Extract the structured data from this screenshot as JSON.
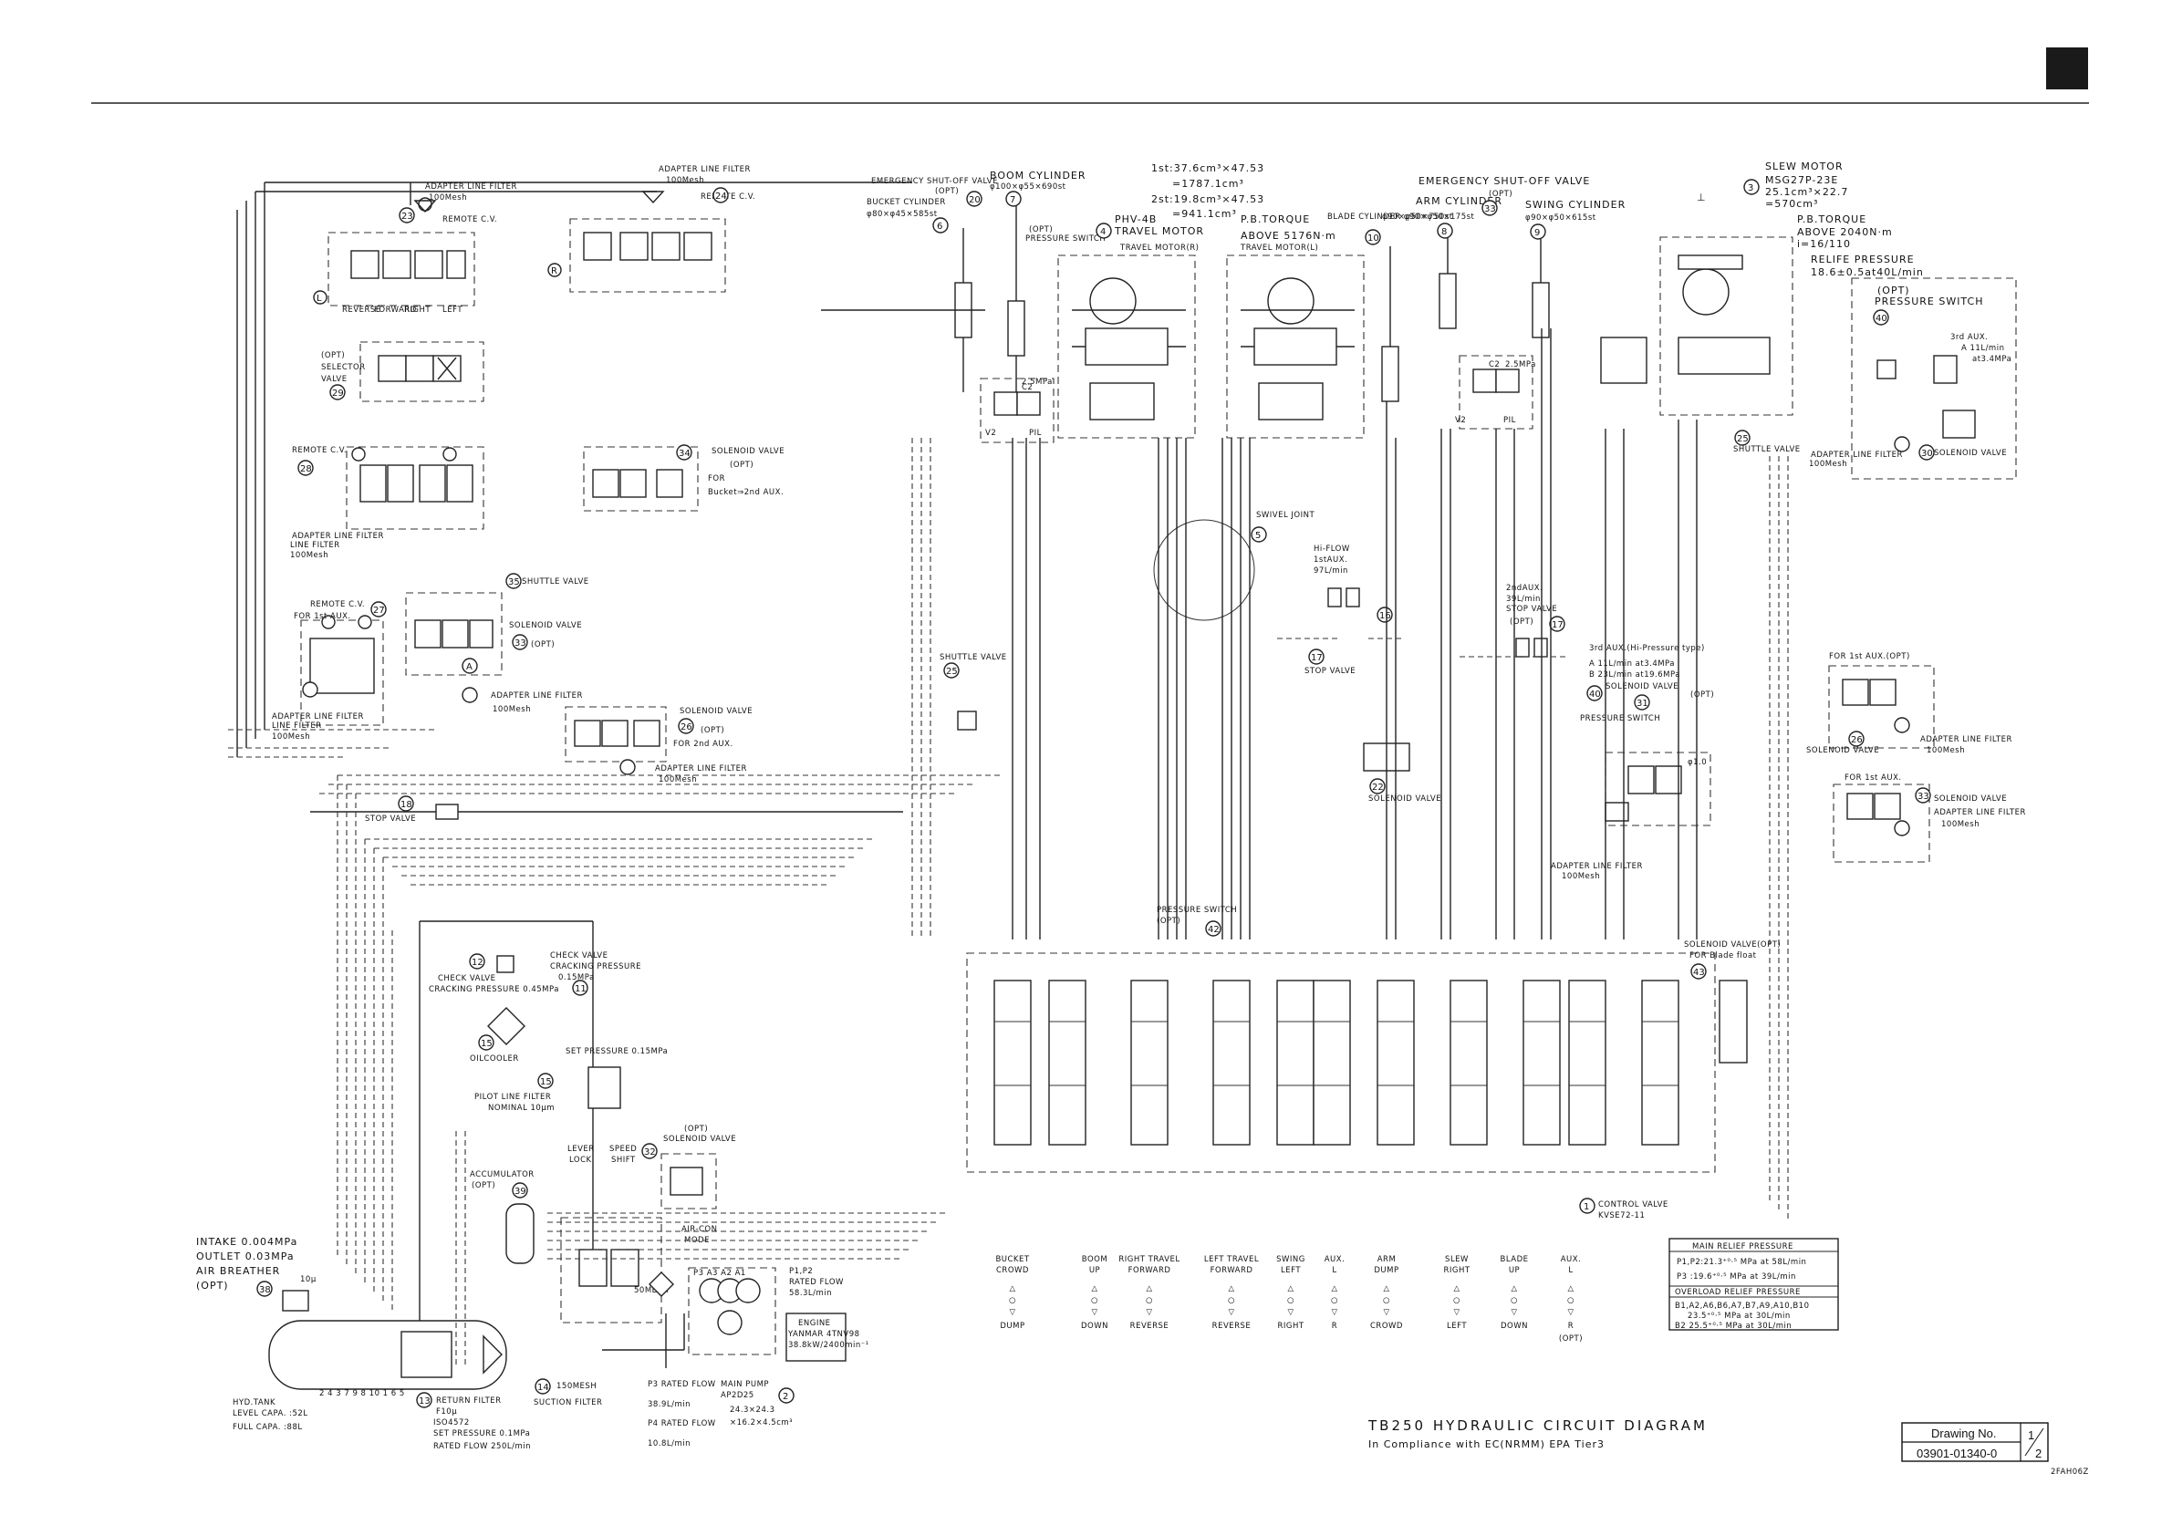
{
  "header": {
    "page_marker_color": "#1a1a1a"
  },
  "title_block": {
    "title": "TB250 HYDRAULIC CIRCUIT DIAGRAM",
    "subtitle": "In Compliance with EC(NRMM) EPA Tier3",
    "drawing_no_label": "Drawing No.",
    "drawing_no": "03901-01340-0",
    "sheet": "1",
    "sheet_total": "2",
    "code": "2FAH06Z"
  },
  "components": {
    "slew_motor": "SLEW MOTOR",
    "slew_motor_model": "MSG27P-23E",
    "slew_motor_disp1": "25.1cm³×22.7",
    "slew_motor_disp2": "=570cm³",
    "slew_pb_torque": "P.B.TORQUE",
    "slew_torque_val": "ABOVE 2040N·m",
    "slew_ratio": "i=16/110",
    "relief_pressure": "RELIFE PRESSURE",
    "relief_val": "18.6±0.5at40L/min",
    "pressure_switch_opt": "(OPT)",
    "pressure_switch": "PRESSURE SWITCH",
    "aux3_note": "3rd AUX.",
    "aux3_flow_a": "A 11L/min",
    "aux3_flow_b": "at3.4MPa",
    "solenoid_valve": "SOLENOID VALVE",
    "adapter_line_filter": "ADAPTER LINE FILTER",
    "mesh_100": "100Mesh",
    "emergency_shutoff": "EMERGENCY SHUT-OFF VALVE",
    "emergency_opt": "(OPT)",
    "arm_cyl": "ARM CYLINDER",
    "arm_cyl_dim": "φ90×φ50×750st",
    "swing_cyl": "SWING CYLINDER",
    "swing_cyl_dim": "φ90×φ50×615st",
    "blade_cyl": "BLADE CYLINDER φ90×φ50×175st",
    "emergency_small": "EMERGENCY SHUT-OFF VALVE",
    "emergency_small_opt": "(OPT)",
    "bucket_cyl": "BUCKET CYLINDER",
    "bucket_cyl_dim": "φ80×φ45×585st",
    "boom_cyl": "BOOM CYLINDER",
    "boom_cyl_dim": "φ100×φ55×690st",
    "opt_pressure_switch": "(OPT)",
    "pressure_switch_small": "PRESSURE SWITCH",
    "travel_disp1": "1st:37.6cm³×47.53",
    "travel_disp1b": "=1787.1cm³",
    "travel_disp2": "2st:19.8cm³×47.53",
    "travel_disp2b": "=941.1cm³",
    "phv": "PHV-4B",
    "travel_motor": "TRAVEL MOTOR",
    "travel_motor_r": "TRAVEL MOTOR(R)",
    "pb_torque": "P.B.TORQUE",
    "pb_torque_val": "ABOVE 5176N·m",
    "travel_motor_l": "TRAVEL MOTOR(L)",
    "swivel_joint": "SWIVEL JOINT",
    "hiflow": "Hi-FLOW",
    "hiflow_aux": "1stAUX.",
    "hiflow_rate": "97L/min",
    "aux2": "2ndAUX.",
    "aux2_rate": "39L/min",
    "stop_valve": "STOP VALVE",
    "opt": "(OPT)",
    "aux3_hp": "3rd AUX.(Hi-Pressure type)",
    "aux3_a": "A 11L/min at3.4MPa",
    "aux3_b": "B 23L/min at19.6MPa",
    "pressure_switch_tiny": "PRESSURE SWITCH",
    "shuttle_valve": "SHUTTLE VALVE",
    "for_1st_aux_opt": "FOR 1st AUX.(OPT)",
    "for_1st_aux": "FOR 1st AUX.",
    "adapter_line_filter_top": "ADAPTER LINE FILTER",
    "remote_cv": "REMOTE C.V.",
    "reverse": "REVERSE",
    "forward": "FORWARD",
    "right": "RIGHT",
    "left": "LEFT",
    "opt_selector": "(OPT)",
    "selector": "SELECTOR",
    "valve": "VALVE",
    "for_bucket_2nd": "Bucket⇒2nd AUX.",
    "for": "FOR",
    "remote_cv_1st": "REMOTE C.V.",
    "for_1st_aux_small": "FOR 1st AUX.",
    "line_filter": "LINE FILTER",
    "for_2nd_aux": "FOR 2nd AUX.",
    "stop_valve_left": "STOP VALVE",
    "check_valve": "CHECK VALVE",
    "cracking": "CRACKING PRESSURE 0.45MPa",
    "check_valve2": "CHECK VALVE",
    "cracking2": "CRACKING PRESSURE",
    "cracking2_val": "0.15MPa",
    "oilcooler": "OILCOOLER",
    "set_pressure": "SET PRESSURE 0.15MPa",
    "pilot_filter": "PILOT LINE FILTER",
    "pilot_nominal": "NOMINAL 10μm",
    "accumulator": "ACCUMULATOR",
    "acc_opt": "(OPT)",
    "lever_lock": "LEVER",
    "lever_lock2": "LOCK",
    "speed_shift": "SPEED",
    "speed_shift2": "SHIFT",
    "solenoid_valve_opt": "(OPT)",
    "solenoid_valve_mid": "SOLENOID VALVE",
    "air_con": "AIR-CON",
    "air_mode": "MODE",
    "mesh_50": "50MESH",
    "mesh_150": "150MESH",
    "suction_filter": "SUCTION FILTER",
    "intake": "INTAKE 0.004MPa",
    "outlet": "OUTLET 0.03MPa",
    "air_breather": "AIR BREATHER",
    "breather_opt": "(OPT)",
    "breather_micron": "10μ",
    "hyd_tank": "HYD.TANK",
    "level_capa": "LEVEL CAPA. :52L",
    "full_capa": "FULL CAPA. :88L",
    "return_filter": "RETURN FILTER",
    "return_micron": "F10μ",
    "return_iso": "ISO4572",
    "return_set": "SET PRESSURE 0.1MPa",
    "return_rated": "RATED FLOW 250L/min",
    "p3_rated": "P3 RATED FLOW",
    "p3_val": "38.9L/min",
    "p4_rated": "P4 RATED FLOW",
    "p4_val": "10.8L/min",
    "main_pump": "MAIN PUMP",
    "main_pump_model": "AP2D25",
    "pump_disp": "24.3×24.3",
    "pump_disp2": "×16.2×4.5cm³",
    "p1p2_rated": "P1,P2",
    "p1p2_rated2": "RATED FLOW",
    "p1p2_val": "58.3L/min",
    "engine": "ENGINE",
    "engine_model": "YANMAR 4TNV98",
    "engine_power": "38.8kW/2400min⁻¹",
    "control_valve": "CONTROL VALVE",
    "control_valve_model": "KVSE72-11",
    "solenoid_blade": "SOLENOID VALVE(OPT)",
    "solenoid_blade2": "FOR Blade float",
    "adapter_line_filter_bottom": "ADAPTER LINE FILTER",
    "mesh_100b": "100Mesh",
    "pressure_switch_opt_cv": "PRESSURE SWITCH",
    "pressure_switch_opt_cv2": "(OPT)",
    "mpa_2_5": "2.5MPa",
    "c2": "C2",
    "v2": "V2",
    "pil": "PIL"
  },
  "controls": [
    {
      "name": "BUCKET",
      "sub": "CROWD",
      "bottom": "DUMP"
    },
    {
      "name": "BOOM",
      "sub": "UP",
      "bottom": "DOWN"
    },
    {
      "name": "RIGHT TRAVEL",
      "sub": "FORWARD",
      "bottom": "REVERSE"
    },
    {
      "name": "LEFT TRAVEL",
      "sub": "FORWARD",
      "bottom": "REVERSE"
    },
    {
      "name": "SWING",
      "sub": "LEFT",
      "bottom": "RIGHT"
    },
    {
      "name": "AUX.",
      "sub": "L",
      "bottom": "R"
    },
    {
      "name": "ARM",
      "sub": "DUMP",
      "bottom": "CROWD"
    },
    {
      "name": "SLEW",
      "sub": "RIGHT",
      "bottom": "LEFT"
    },
    {
      "name": "BLADE",
      "sub": "UP",
      "bottom": "DOWN"
    },
    {
      "name": "AUX.",
      "sub": "L",
      "bottom": "R",
      "extra": "(OPT)"
    }
  ],
  "relief_table": {
    "main_title": "MAIN RELIEF PRESSURE",
    "main_rows": [
      "P1,P2:21.3⁺⁰·⁵ MPa at 58L/min",
      "P3 :19.6⁺⁰·⁵ MPa at 39L/min"
    ],
    "overload_title": "OVERLOAD RELIEF PRESSURE",
    "overload_rows": [
      "B1,A2,A6,B6,A7,B7,A9,A10,B10",
      "23.5⁺⁰·⁵ MPa at 30L/min",
      "B2 25.5⁺⁰·⁵ MPa at 30L/min"
    ]
  }
}
